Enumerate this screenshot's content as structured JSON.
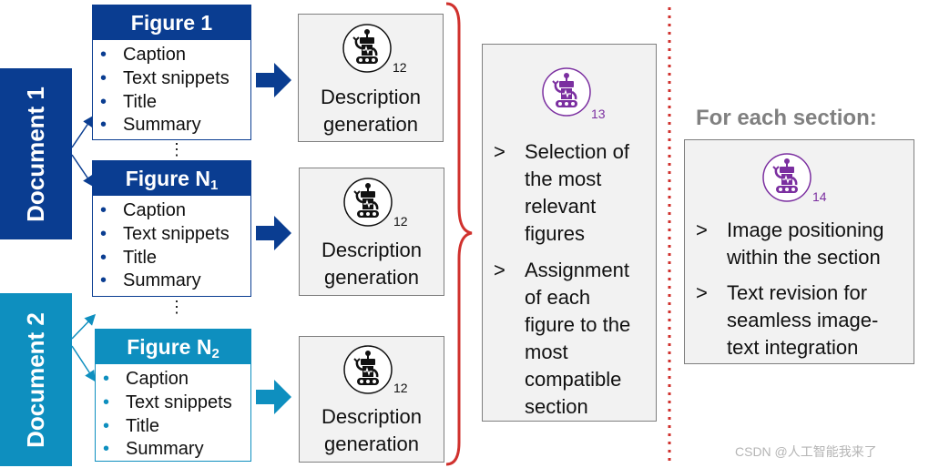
{
  "documents": [
    {
      "label": "Document 1",
      "color": "#0a3d91"
    },
    {
      "label": "Document 2",
      "color": "#0e8fbf"
    }
  ],
  "figures": [
    {
      "title": "Figure 1",
      "sub": "",
      "color": "#0a3d91",
      "items": [
        "Caption",
        "Text snippets",
        "Title",
        "Summary"
      ]
    },
    {
      "title": "Figure N",
      "sub": "1",
      "color": "#0a3d91",
      "items": [
        "Caption",
        "Text snippets",
        "Title",
        "Summary"
      ]
    },
    {
      "title": "Figure N",
      "sub": "2",
      "color": "#0e8fbf",
      "items": [
        "Caption",
        "Text snippets",
        "Title",
        "Summary"
      ]
    }
  ],
  "bullet_char": "•",
  "vdots": "⋮",
  "description_boxes": [
    {
      "line1": "Description",
      "line2": "generation",
      "agent_number": "12"
    },
    {
      "line1": "Description",
      "line2": "generation",
      "agent_number": "12"
    },
    {
      "line1": "Description",
      "line2": "generation",
      "agent_number": "12"
    }
  ],
  "selection": {
    "agent_number": "13",
    "chevron": ">",
    "items": [
      [
        "Selection of",
        "the most",
        "relevant",
        "figures"
      ],
      [
        "Assignment",
        "of each",
        "figure to the",
        "most",
        "compatible",
        "section"
      ]
    ]
  },
  "per_section": {
    "title": "For each section:",
    "agent_number": "14",
    "chevron": ">",
    "items": [
      [
        "Image positioning",
        "within the section"
      ],
      [
        "Text revision for",
        "seamless image-",
        "text integration"
      ]
    ]
  },
  "watermark": "CSDN @人工智能我来了",
  "colors": {
    "dark_blue": "#0a3d91",
    "light_blue": "#0e8fbf",
    "brace_red": "#d0312d",
    "robot_purple": "#7b2fa0"
  }
}
